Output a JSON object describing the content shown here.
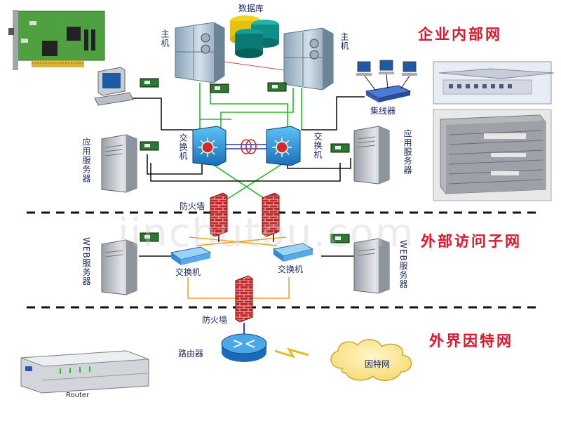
{
  "labels": {
    "database": "数据库",
    "host": "主机",
    "hub": "集线器",
    "switch": "交换机",
    "app_server": "应用服务器",
    "firewall": "防火墙",
    "web_server": "WEB服务器",
    "router": "路由器",
    "internet": "因特网",
    "router_device": "Router"
  },
  "sections": {
    "internal": "企业内部网",
    "dmz": "外部访问子网",
    "external": "外界因特网"
  },
  "watermark": "jinchutou.com",
  "colors": {
    "section_title": "#e0142a",
    "label": "#1a2a6a",
    "green_link": "#22bb22",
    "black_link": "#111111",
    "orange_link": "#f0a020",
    "blue_link": "#2244cc",
    "red_link": "#dd2222",
    "firewall": "#c0282a",
    "switch": "#1e8ed8"
  }
}
